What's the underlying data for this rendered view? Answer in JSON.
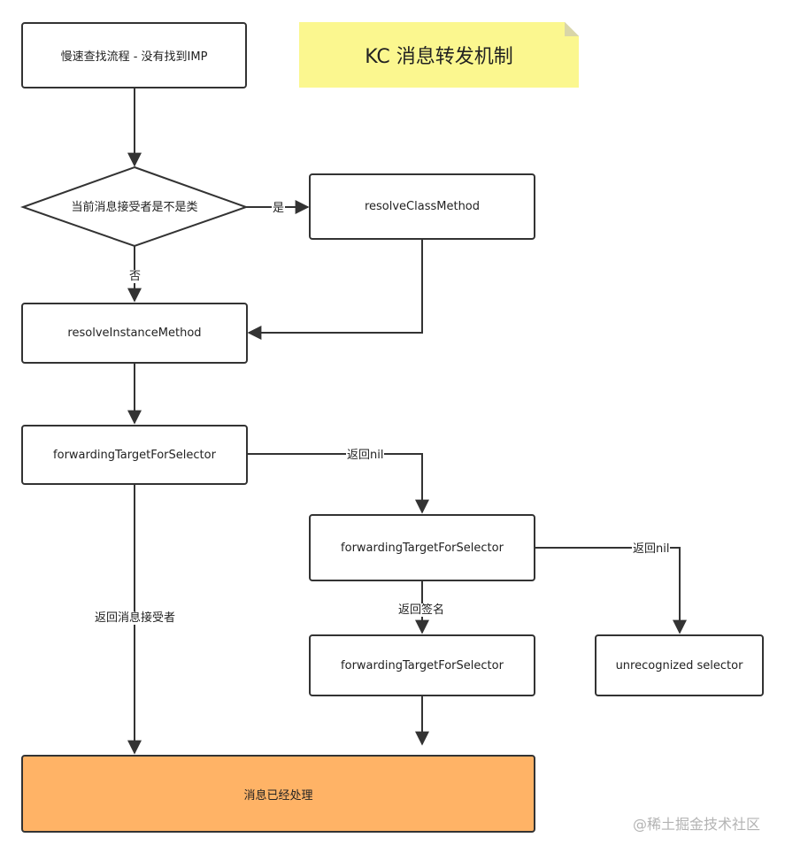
{
  "title": "KC 消息转发机制",
  "nodes": {
    "start": "慢速查找流程 - 没有找到IMP",
    "decision": "当前消息接受者是不是类",
    "resolve_class": "resolveClassMethod",
    "resolve_instance": "resolveInstanceMethod",
    "forward_target_1": "forwardingTargetForSelector",
    "forward_target_2": "forwardingTargetForSelector",
    "forward_target_3": "forwardingTargetForSelector",
    "unrecognized": "unrecognized selector",
    "handled": "消息已经处理"
  },
  "edge_labels": {
    "yes": "是",
    "no": "否",
    "return_nil_1": "返回nil",
    "return_nil_2": "返回nil",
    "return_signature": "返回签名",
    "return_receiver": "返回消息接受者"
  },
  "watermark": "@稀土掘金技术社区",
  "colors": {
    "note": "#fbf78f",
    "final_box": "#ffb366",
    "stroke": "#333333"
  }
}
